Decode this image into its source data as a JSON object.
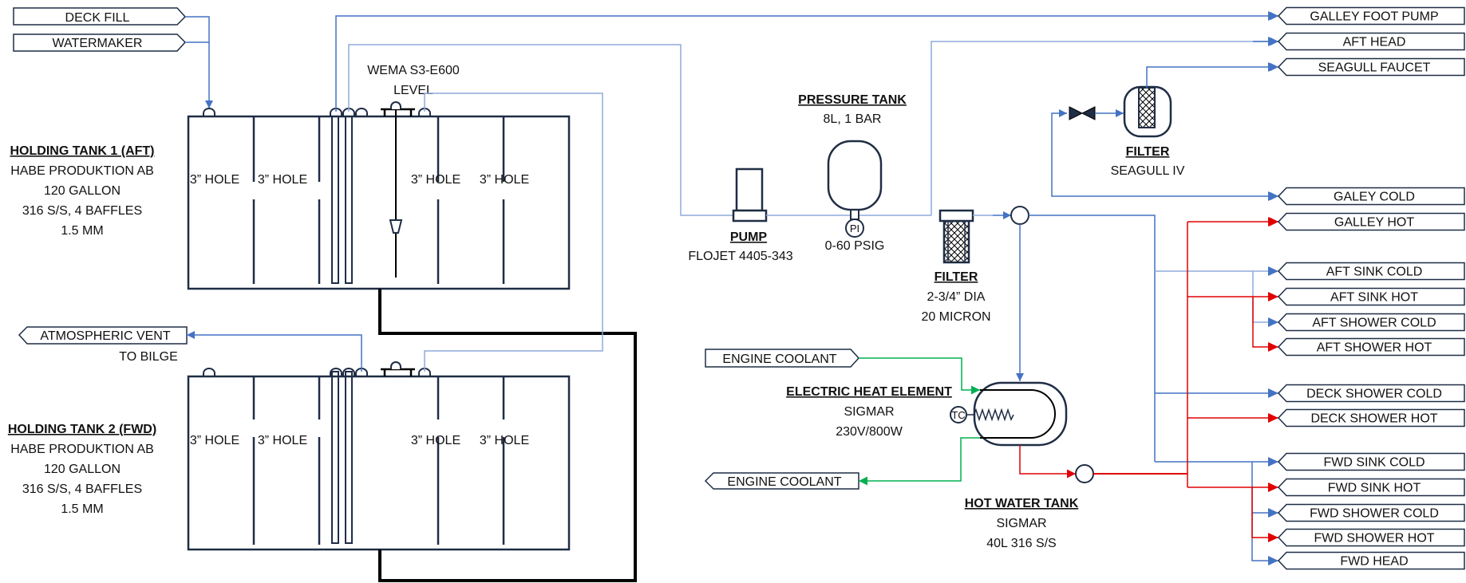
{
  "diagram": {
    "title": "Fresh Water System Schematic",
    "colors": {
      "cold": "#4472c4",
      "hot": "#e00000",
      "coolant": "#00b050",
      "outline": "#1f2d45",
      "crossover": "#000000"
    },
    "inlet_tags": {
      "deck_fill": "DECK FILL",
      "watermaker": "WATERMAKER"
    },
    "vent": {
      "tag": "ATMOSPHERIC VENT",
      "note": "TO BILGE"
    },
    "level_sensor": {
      "line1": "WEMA S3-E600",
      "line2": "LEVEL"
    },
    "tank1": {
      "title": "HOLDING TANK 1 (AFT)",
      "maker": "HABE PRODUKTION AB",
      "capacity": "120 GALLON",
      "material": "316 S/S, 4 BAFFLES",
      "thickness": "1.5 MM",
      "holes": [
        "3” HOLE",
        "3” HOLE",
        "3” HOLE",
        "3” HOLE"
      ]
    },
    "tank2": {
      "title": "HOLDING TANK 2 (FWD)",
      "maker": "HABE PRODUKTION AB",
      "capacity": "120 GALLON",
      "material": "316 S/S, 4 BAFFLES",
      "thickness": "1.5 MM",
      "holes": [
        "3” HOLE",
        "3” HOLE",
        "3” HOLE",
        "3” HOLE"
      ]
    },
    "pump": {
      "title": "PUMP",
      "model": "FLOJET 4405-343"
    },
    "pressure_tank": {
      "title": "PRESSURE TANK",
      "spec": "8L, 1 BAR",
      "gauge_symbol": "PI",
      "gauge_range": "0-60 PSIG"
    },
    "filter_main": {
      "title": "FILTER",
      "size": "2-3/4” DIA",
      "rating": "20 MICRON"
    },
    "filter_seagull": {
      "title": "FILTER",
      "model": "SEAGULL IV"
    },
    "heat_element": {
      "title": "ELECTRIC HEAT ELEMENT",
      "maker": "SIGMAR",
      "rating": "230V/800W",
      "control_symbol": "TC"
    },
    "hot_water_tank": {
      "title": "HOT WATER TANK",
      "maker": "SIGMAR",
      "spec": "40L 316 S/S"
    },
    "coolant": {
      "in": "ENGINE COOLANT",
      "out": "ENGINE COOLANT"
    },
    "outlets": [
      {
        "label": "GALLEY FOOT PUMP",
        "type": "cold"
      },
      {
        "label": "AFT HEAD",
        "type": "cold"
      },
      {
        "label": "SEAGULL FAUCET",
        "type": "cold"
      },
      {
        "label": "GALEY COLD",
        "type": "cold"
      },
      {
        "label": "GALLEY HOT",
        "type": "hot"
      },
      {
        "label": "AFT SINK COLD",
        "type": "cold"
      },
      {
        "label": "AFT SINK HOT",
        "type": "hot"
      },
      {
        "label": "AFT SHOWER COLD",
        "type": "cold"
      },
      {
        "label": "AFT SHOWER HOT",
        "type": "hot"
      },
      {
        "label": "DECK SHOWER COLD",
        "type": "cold"
      },
      {
        "label": "DECK SHOWER HOT",
        "type": "hot"
      },
      {
        "label": "FWD SINK COLD",
        "type": "cold"
      },
      {
        "label": "FWD SINK HOT",
        "type": "hot"
      },
      {
        "label": "FWD SHOWER COLD",
        "type": "cold"
      },
      {
        "label": "FWD SHOWER HOT",
        "type": "hot"
      },
      {
        "label": "FWD HEAD",
        "type": "cold"
      }
    ]
  }
}
